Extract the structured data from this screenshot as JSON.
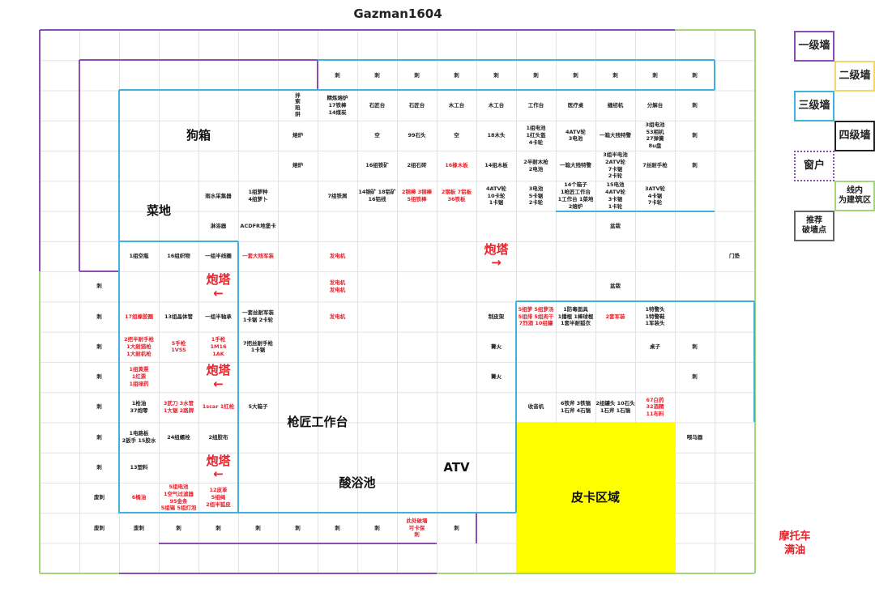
{
  "title": "Gazman1604",
  "labels": {
    "dog_box": "狗箱",
    "farm": "菜地",
    "gunsmith": "枪匠工作台",
    "atv": "ATV",
    "acid_bath": "酸浴池",
    "pickup": "皮卡区域"
  },
  "turret": {
    "left": "炮塔\n←",
    "right": "炮塔\n→"
  },
  "cells": [
    "刺",
    "刺",
    "刺",
    "刺",
    "刺",
    "刺",
    "刺",
    "刺",
    "刺",
    "刺",
    "拌\n索\n陷\n阱",
    "精炼熔炉\n17铁棒\n14煤炭",
    "石匠台",
    "石匠台",
    "木工台",
    "木工台",
    "工作台",
    "医疗桌",
    "缝纫机",
    "分解台",
    "刺",
    "熔炉",
    "空",
    "99石头",
    "空",
    "18木头",
    "1组电池\n1红头盔\n4卡轮",
    "4ATV轮\n3电池",
    "一箱大残特警",
    "3组电池\n53相机\n27弹簧\n8u盘",
    "刺",
    "熔炉",
    "16组铁矿",
    "2组石砖",
    "16橡木板",
    "14组木板",
    "2半耐木枪\n2电池",
    "一箱大残特警",
    "3组半电池\n2ATV轮\n7卡锯\n2卡轮",
    "7丝耐手枪",
    "刺",
    "雨水采集器",
    "1组萝种\n4组萝卜",
    "7组铁屑",
    "14铜矿 18铝矿\n16铝线",
    "2铜棒 3铜棒\n5组铁棒",
    "2钢板 7铝板\n36铁板",
    "4ATV轮\n10卡轮\n1卡锯",
    "3电池\n5卡锯\n2卡轮",
    "14个箱子\n1枪匠工作台\n1工作台 1菜地\n2熔炉",
    "15电池\n4ATV轮\n3卡锯\n1卡轮",
    "3ATV轮\n4卡锯\n7卡轮",
    "淋浴器",
    "ACDFR地堡卡",
    "盆栽",
    "1组空瓶",
    "16组织物",
    "一组半线圈",
    "一套大残军装",
    "发电机",
    "门垫",
    "刺",
    "发电机\n发电机",
    "盆栽",
    "刺",
    "17组橡胶圈",
    "13组晶体管",
    "一组半轴承",
    "一套丝耐军装\n1卡锯 2卡轮",
    "发电机",
    "制皮架",
    "5组萝 5组萝汤\n5组排 5组肉干\n7烈酒 10组罐",
    "1防毒面具\n1播棍 1棒球棍\n1套半耐狐衣",
    "2套军装",
    "1特警头\n1特警鞋\n1军装头",
    "刺",
    "2把半耐手枪\n1大耐猎枪\n1大耐机枪",
    "5手枪\n1VSS",
    "1手枪\n1M16\n1AK",
    "7把丝耐手枪\n1卡锯",
    "篝火",
    "桌子",
    "刺",
    "刺",
    "1组黄票\n1红票\n1组绿药",
    "篝火",
    "刺",
    "刺",
    "1枪油\n37炮零",
    "3武刀 3水管\n1大锯 2路牌",
    "1scar 1红枪",
    "5大箱子",
    "收音机",
    "6铁斧 3铁镐\n1石斧 4石镐",
    "2组罐头 10石头\n1石斧 1石镐",
    "67白药\n32酒精\n11布料",
    "刺",
    "1电路板\n2扳手 15胶水",
    "24组螺栓",
    "2组胶布",
    "喂马器",
    "刺",
    "13塑料",
    "废刺",
    "6桶油",
    "5组电池\n1空气过滤器\n95金条\n5组锡 5组灯泡",
    "12皮革\n5组绳\n2组半狐皮",
    "废刺",
    "废刺",
    "刺",
    "刺",
    "刺",
    "刺",
    "刺",
    "刺",
    "此处破墙\n可卡保\n刺",
    "刺"
  ],
  "legend": {
    "wall1": "一级墙",
    "wall2": "二级墙",
    "wall3": "三级墙",
    "wall4": "四级墙",
    "window": "窗户",
    "build_zone": "线内\n为建筑区",
    "breach": "推荐\n破墙点"
  },
  "note": "摩托车\n满油",
  "colors": {
    "wall1": "#8a4fb5",
    "wall2": "#f5d46a",
    "wall3": "#3fb1dc",
    "wall4": "#222222",
    "build_zone": "#a6d47a",
    "highlight": "#ffff00",
    "red_text": "#e8212b"
  }
}
